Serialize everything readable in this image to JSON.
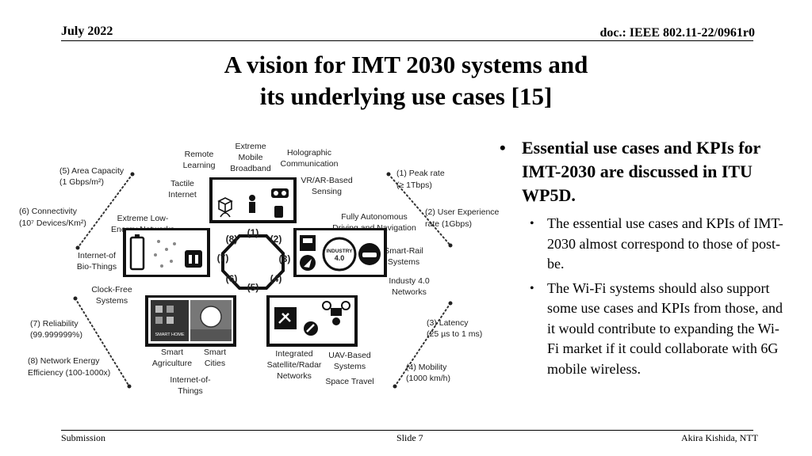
{
  "header": {
    "date": "July 2022",
    "doc": "doc.: IEEE 802.11-22/0961r0"
  },
  "title": {
    "line1": "A vision for IMT 2030 systems and",
    "line2": "its underlying use cases [15]"
  },
  "bullets": {
    "main": "Essential use cases and KPIs for IMT-2030 are discussed in ITU WP5D.",
    "subs": [
      "The essential use cases and KPIs of IMT-2030 almost correspond to those of post-be.",
      "The Wi-Fi systems should also support some use cases and KPIs from those, and it would contribute to expanding the Wi-Fi market if it could collaborate with 6G mobile wireless."
    ]
  },
  "figure": {
    "kpis": {
      "k1": [
        "(1) Peak rate",
        "(≥ 1Tbps)"
      ],
      "k2": [
        "(2) User Experience",
        "rate (1Gbps)"
      ],
      "k3": [
        "(3) Latency",
        "(25 µs to 1 ms)"
      ],
      "k4": [
        "(4) Mobility",
        "(1000 km/h)"
      ],
      "k5": [
        "(5) Area Capacity",
        "(1 Gbps/m²)"
      ],
      "k6": [
        "(6) Connectivity",
        "(10⁷ Devices/Km²)"
      ],
      "k7": [
        "(7) Reliability",
        "(99.999999%)"
      ],
      "k8": [
        "(8) Network Energy",
        "Efficiency (100-1000x)"
      ]
    },
    "octagon": [
      "(1)",
      "(2)",
      "(3)",
      "(4)",
      "(5)",
      "(6)",
      "(7)",
      "(8)"
    ],
    "usecases": {
      "remote": [
        "Remote",
        "Learning"
      ],
      "embb": [
        "Extreme",
        "Mobile",
        "Broadband"
      ],
      "holo": [
        "Holographic",
        "Communication"
      ],
      "tactile": [
        "Tactile",
        "Internet"
      ],
      "vrar": [
        "VR/AR-Based",
        "Sensing"
      ],
      "lowenergy": [
        "Extreme Low-",
        "Energy Networks"
      ],
      "autonomous": [
        "Fully Autonomous",
        "Driving and Navigation"
      ],
      "iobt": [
        "Internet-of",
        "Bio-Things"
      ],
      "smartrail": [
        "Smart-Rail",
        "Systems"
      ],
      "industry": [
        "Industy 4.0",
        "Networks"
      ],
      "clockfree": [
        "Clock-Free",
        "Systems"
      ],
      "agri": [
        "Smart",
        "Agriculture"
      ],
      "cities": [
        "Smart",
        "Cities"
      ],
      "sat": [
        "Integrated",
        "Satellite/Radar",
        "Networks"
      ],
      "uav": [
        "UAV-Based",
        "Systems"
      ],
      "space": [
        "Space Travel"
      ],
      "iot": [
        "Internet-of-",
        "Things"
      ]
    },
    "badge": [
      "INDUSTRY",
      "4.0"
    ],
    "home": "SMART HOME"
  },
  "footer": {
    "left": "Submission",
    "mid": "Slide 7",
    "right": "Akira Kishida, NTT"
  }
}
